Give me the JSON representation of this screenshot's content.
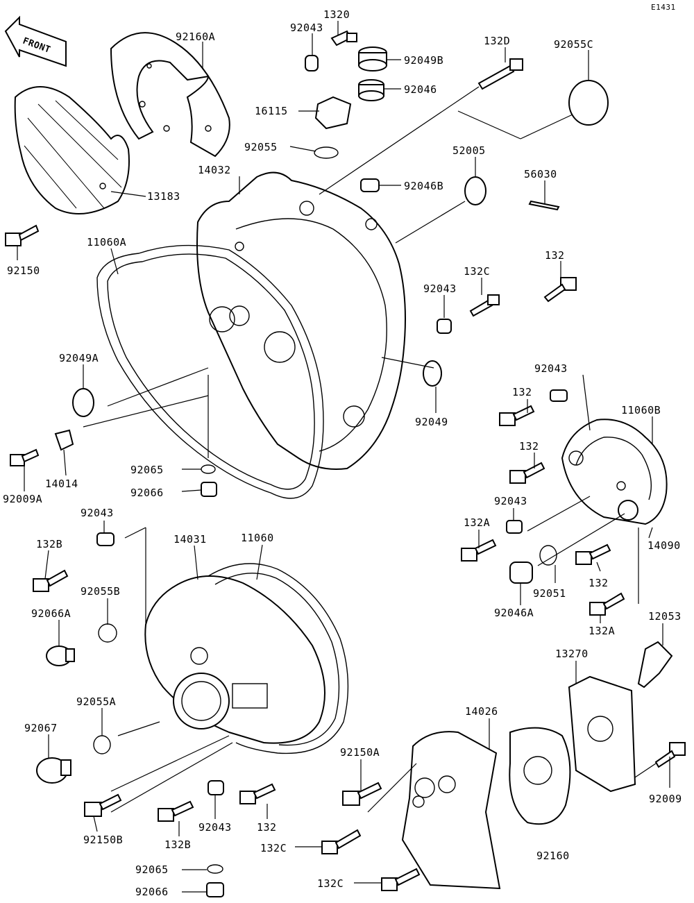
{
  "diagram_id": "E1431",
  "front_arrow_label": "FRONT",
  "labels": [
    {
      "id": "l1320-top",
      "text": "1320"
    },
    {
      "id": "l92043-top",
      "text": "92043"
    },
    {
      "id": "l92160a",
      "text": "92160A"
    },
    {
      "id": "l92049b",
      "text": "92049B"
    },
    {
      "id": "l132d",
      "text": "132D"
    },
    {
      "id": "l92055c",
      "text": "92055C"
    },
    {
      "id": "l92046",
      "text": "92046"
    },
    {
      "id": "l16115",
      "text": "16115"
    },
    {
      "id": "l92055",
      "text": "92055"
    },
    {
      "id": "l52005",
      "text": "52005"
    },
    {
      "id": "l14032",
      "text": "14032"
    },
    {
      "id": "l56030",
      "text": "56030"
    },
    {
      "id": "l92046b",
      "text": "92046B"
    },
    {
      "id": "l13183",
      "text": "13183"
    },
    {
      "id": "l11060a",
      "text": "11060A"
    },
    {
      "id": "l92150",
      "text": "92150"
    },
    {
      "id": "l132",
      "text": "132"
    },
    {
      "id": "l132c-mid",
      "text": "132C"
    },
    {
      "id": "l92043-mid",
      "text": "92043"
    },
    {
      "id": "l92049a",
      "text": "92049A"
    },
    {
      "id": "l92043-r",
      "text": "92043"
    },
    {
      "id": "l132-r1",
      "text": "132"
    },
    {
      "id": "l11060b",
      "text": "11060B"
    },
    {
      "id": "l92049",
      "text": "92049"
    },
    {
      "id": "l132-r2",
      "text": "132"
    },
    {
      "id": "l92065-mid",
      "text": "92065"
    },
    {
      "id": "l14014",
      "text": "14014"
    },
    {
      "id": "l92009a",
      "text": "92009A"
    },
    {
      "id": "l92066-mid",
      "text": "92066"
    },
    {
      "id": "l92043-r2",
      "text": "92043"
    },
    {
      "id": "l132a-1",
      "text": "132A"
    },
    {
      "id": "l14090",
      "text": "14090"
    },
    {
      "id": "l92043-l",
      "text": "92043"
    },
    {
      "id": "l14031",
      "text": "14031"
    },
    {
      "id": "l11060",
      "text": "11060"
    },
    {
      "id": "l132b-1",
      "text": "132B"
    },
    {
      "id": "l132-r3",
      "text": "132"
    },
    {
      "id": "l92051",
      "text": "92051"
    },
    {
      "id": "l92055b",
      "text": "92055B"
    },
    {
      "id": "l92046a",
      "text": "92046A"
    },
    {
      "id": "l132a-2",
      "text": "132A"
    },
    {
      "id": "l92066a",
      "text": "92066A"
    },
    {
      "id": "l12053",
      "text": "12053"
    },
    {
      "id": "l13270",
      "text": "13270"
    },
    {
      "id": "l92055a",
      "text": "92055A"
    },
    {
      "id": "l14026",
      "text": "14026"
    },
    {
      "id": "l92067",
      "text": "92067"
    },
    {
      "id": "l92150a",
      "text": "92150A"
    },
    {
      "id": "l92009",
      "text": "92009"
    },
    {
      "id": "l92150b",
      "text": "92150B"
    },
    {
      "id": "l92043-b",
      "text": "92043"
    },
    {
      "id": "l132-b",
      "text": "132"
    },
    {
      "id": "l132b-2",
      "text": "132B"
    },
    {
      "id": "l132c-b1",
      "text": "132C"
    },
    {
      "id": "l92160",
      "text": "92160"
    },
    {
      "id": "l92065-b",
      "text": "92065"
    },
    {
      "id": "l92066-b",
      "text": "92066"
    },
    {
      "id": "l132c-b2",
      "text": "132C"
    }
  ]
}
